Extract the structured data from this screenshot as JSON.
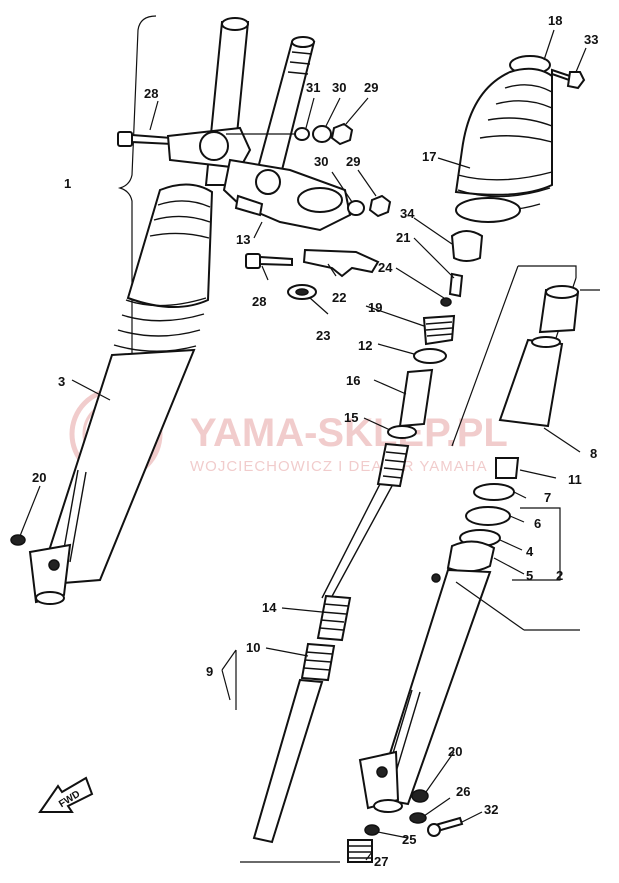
{
  "diagram": {
    "watermark": {
      "brand": "YAMA-SKLEP.PL",
      "subtitle": "WOJCIECHOWICZ I DEALER YAMAHA"
    },
    "fwd_label": "FWD",
    "callouts": [
      {
        "id": "c1",
        "label": "1"
      },
      {
        "id": "c2",
        "label": "2"
      },
      {
        "id": "c3",
        "label": "3"
      },
      {
        "id": "c4",
        "label": "4"
      },
      {
        "id": "c5",
        "label": "5"
      },
      {
        "id": "c6",
        "label": "6"
      },
      {
        "id": "c7",
        "label": "7"
      },
      {
        "id": "c8",
        "label": "8"
      },
      {
        "id": "c9",
        "label": "9"
      },
      {
        "id": "c10",
        "label": "10"
      },
      {
        "id": "c11",
        "label": "11"
      },
      {
        "id": "c12",
        "label": "12"
      },
      {
        "id": "c13",
        "label": "13"
      },
      {
        "id": "c14",
        "label": "14"
      },
      {
        "id": "c15",
        "label": "15"
      },
      {
        "id": "c16",
        "label": "16"
      },
      {
        "id": "c17",
        "label": "17"
      },
      {
        "id": "c18",
        "label": "18"
      },
      {
        "id": "c19",
        "label": "19"
      },
      {
        "id": "c20a",
        "label": "20"
      },
      {
        "id": "c20b",
        "label": "20"
      },
      {
        "id": "c21",
        "label": "21"
      },
      {
        "id": "c22",
        "label": "22"
      },
      {
        "id": "c23",
        "label": "23"
      },
      {
        "id": "c24",
        "label": "24"
      },
      {
        "id": "c25",
        "label": "25"
      },
      {
        "id": "c26",
        "label": "26"
      },
      {
        "id": "c27",
        "label": "27"
      },
      {
        "id": "c28a",
        "label": "28"
      },
      {
        "id": "c28b",
        "label": "28"
      },
      {
        "id": "c29a",
        "label": "29"
      },
      {
        "id": "c29b",
        "label": "29"
      },
      {
        "id": "c30a",
        "label": "30"
      },
      {
        "id": "c30b",
        "label": "30"
      },
      {
        "id": "c31",
        "label": "31"
      },
      {
        "id": "c32",
        "label": "32"
      },
      {
        "id": "c33",
        "label": "33"
      },
      {
        "id": "c34",
        "label": "34"
      }
    ]
  }
}
